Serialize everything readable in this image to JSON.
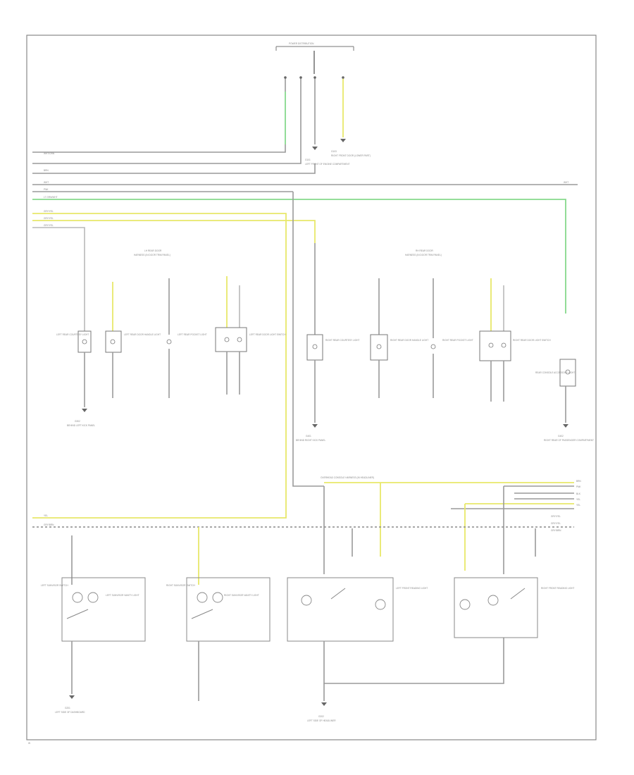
{
  "diagram": {
    "page_marker": "W",
    "colors": {
      "wire_black": "#9a9a9a",
      "wire_yellow": "#e8e86a",
      "wire_green": "#86d98c",
      "frame": "#888888",
      "component_outline": "#777777"
    },
    "top_connector": {
      "title": "POWER DISTRIBUTION",
      "ground_top": "G103",
      "ground_top_desc": "RIGHT FRONT DOOR (LOWER PART)",
      "ground_main": "G101",
      "ground_main_desc": "LEFT FRONT OF ENGINE COMPARTMENT"
    },
    "bus_left": [
      "WHT/ORN",
      "BRN",
      "WHT",
      "PNK",
      "LT GRN/WHT",
      "GRY/YEL",
      "GRY/YEL",
      "GRY/YEL"
    ],
    "bus_right": [
      "WHT"
    ],
    "lower_bus": {
      "left": [
        "YEL",
        "GRY/BRN"
      ],
      "right": [
        "BRN",
        "PNK",
        "BLK",
        "YEL",
        "YEL",
        "GRY/YEL",
        "GRY/YEL",
        "GRY/BRN"
      ]
    },
    "left_group": {
      "title": "LH REAR DOOR",
      "subtitle": "HARNESS (IN DOOR TRIM PANEL)",
      "components": [
        {
          "name": "LEFT REAR COURTESY LIGHT"
        },
        {
          "name": "LEFT REAR DOOR HANDLE LIGHT"
        },
        {
          "name": "LEFT REAR POCKET LIGHT"
        },
        {
          "name": "LEFT REAR DOOR LIGHT SWITCH"
        }
      ],
      "ground_label": "G302",
      "ground_desc": "BEHIND LEFT KICK PANEL"
    },
    "right_group": {
      "title": "RH REAR DOOR",
      "subtitle": "HARNESS (IN DOOR TRIM PANEL)",
      "components": [
        {
          "name": "RIGHT REAR COURTESY LIGHT"
        },
        {
          "name": "RIGHT REAR DOOR HANDLE LIGHT"
        },
        {
          "name": "RIGHT REAR POCKET LIGHT"
        },
        {
          "name": "RIGHT REAR DOOR LIGHT SWITCH"
        },
        {
          "name": "REAR CONSOLE ACCESSORY LIGHT"
        }
      ],
      "ground_label_1": "G401",
      "ground_desc_1": "BEHIND RIGHT KICK PANEL",
      "ground_label_2": "G402",
      "ground_desc_2": "RIGHT REAR OF PASSENGER COMPARTMENT"
    },
    "roof_harness": "OVERHEAD CONSOLE HARNESS (IN HEADLINER)",
    "bottom_components": [
      {
        "name": "LEFT SUNVISOR VANITY LIGHT",
        "switch": "LEFT SUNVISOR SWITCH"
      },
      {
        "name": "RIGHT SUNVISOR VANITY LIGHT",
        "switch": "RIGHT SUNVISOR SWITCH"
      },
      {
        "name": "LEFT FRONT READING LIGHT"
      },
      {
        "name": "RIGHT FRONT READING LIGHT"
      }
    ],
    "bottom_grounds": [
      {
        "label": "G201",
        "desc": "LEFT SIDE OF DASHBOARD"
      },
      {
        "label": "G202",
        "desc": "LEFT SIDE OF HEADLINER"
      }
    ]
  }
}
